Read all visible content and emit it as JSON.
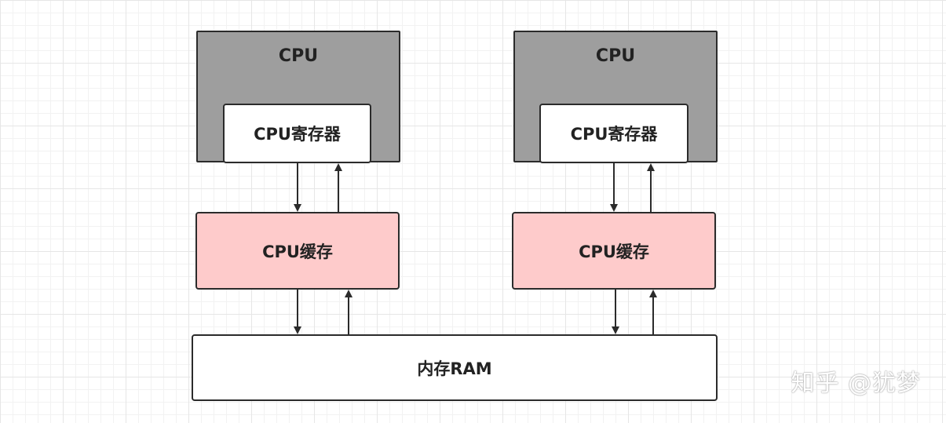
{
  "diagram": {
    "left": {
      "cpu_label": "CPU",
      "register_label": "CPU寄存器",
      "cache_label": "CPU缓存"
    },
    "right": {
      "cpu_label": "CPU",
      "register_label": "CPU寄存器",
      "cache_label": "CPU缓存"
    },
    "ram_label": "内存RAM"
  },
  "colors": {
    "cpu_fill": "#9e9e9e",
    "cache_fill": "#fecbcb",
    "register_fill": "#ffffff",
    "ram_fill": "#ffffff",
    "stroke": "#2b2b2b"
  },
  "watermark": "知乎 @犹梦"
}
